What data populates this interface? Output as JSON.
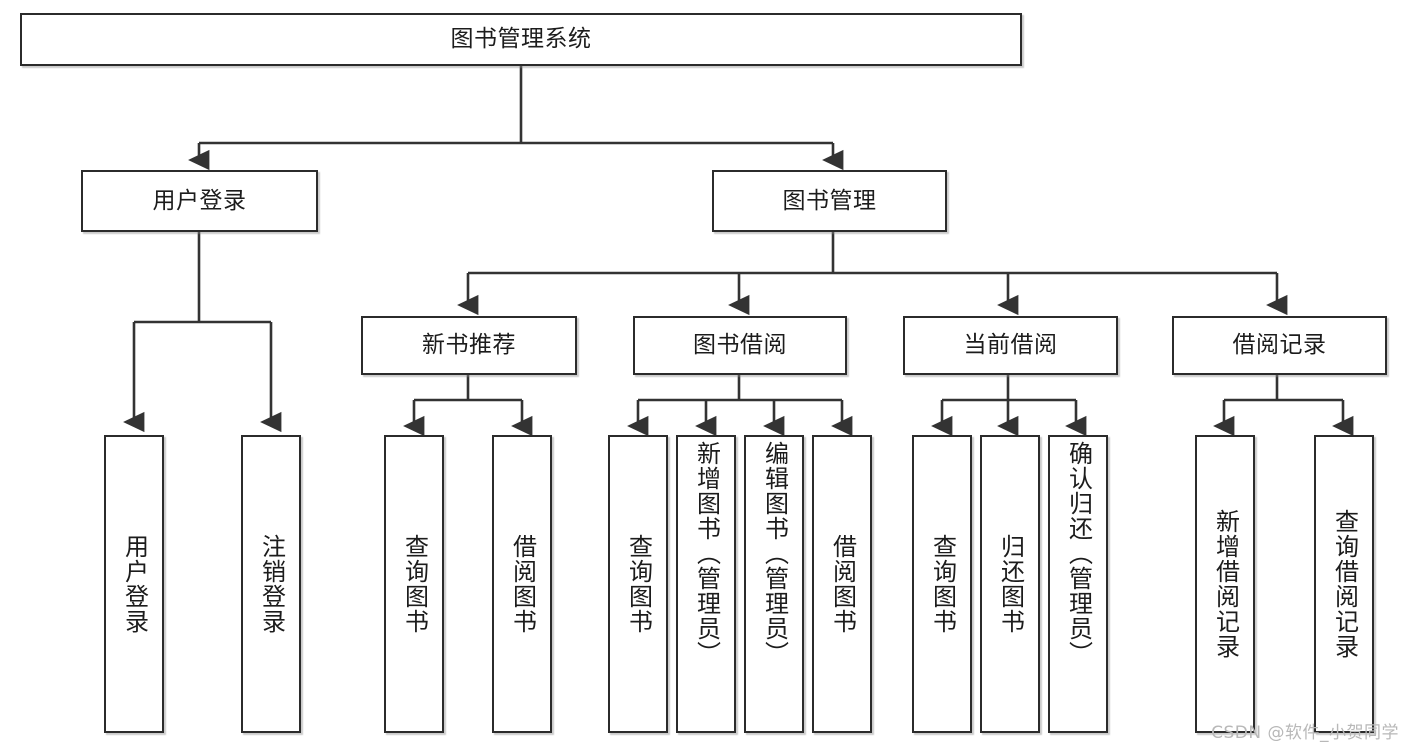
{
  "diagram": {
    "type": "tree",
    "title": "图书管理系统",
    "watermark": "CSDN @软件_小贺同学",
    "colors": {
      "box_border": "#2b2b2b",
      "box_fill": "#ffffff",
      "connector": "#333333",
      "text": "#1c1c1c",
      "watermark": "#b8b8b8"
    },
    "root": {
      "id": "root",
      "label": "图书管理系统"
    },
    "level2": [
      {
        "id": "user-login",
        "label": "用户登录"
      },
      {
        "id": "book-manage",
        "label": "图书管理"
      }
    ],
    "level3": [
      {
        "id": "new-book-recommend",
        "label": "新书推荐",
        "parent": "book-manage"
      },
      {
        "id": "book-borrow",
        "label": "图书借阅",
        "parent": "book-manage"
      },
      {
        "id": "current-borrow",
        "label": "当前借阅",
        "parent": "book-manage"
      },
      {
        "id": "borrow-record",
        "label": "借阅记录",
        "parent": "book-manage"
      }
    ],
    "leaves": [
      {
        "id": "leaf-user-login",
        "label": "用户登录",
        "parent": "user-login"
      },
      {
        "id": "leaf-logout-login",
        "label": "注销登录",
        "parent": "user-login"
      },
      {
        "id": "leaf-query-book-1",
        "label": "查询图书",
        "parent": "new-book-recommend"
      },
      {
        "id": "leaf-borrow-book-1",
        "label": "借阅图书",
        "parent": "new-book-recommend"
      },
      {
        "id": "leaf-query-book-2",
        "label": "查询图书",
        "parent": "book-borrow"
      },
      {
        "id": "leaf-add-book",
        "label": "新增图书（管理员）",
        "parent": "book-borrow"
      },
      {
        "id": "leaf-edit-book",
        "label": "编辑图书（管理员）",
        "parent": "book-borrow"
      },
      {
        "id": "leaf-borrow-book-2",
        "label": "借阅图书",
        "parent": "book-borrow"
      },
      {
        "id": "leaf-query-book-3",
        "label": "查询图书",
        "parent": "current-borrow"
      },
      {
        "id": "leaf-return-book",
        "label": "归还图书",
        "parent": "current-borrow"
      },
      {
        "id": "leaf-confirm-return",
        "label": "确认归还（管理员）",
        "parent": "current-borrow"
      },
      {
        "id": "leaf-add-record",
        "label": "新增借阅记录",
        "parent": "borrow-record"
      },
      {
        "id": "leaf-query-record",
        "label": "查询借阅记录",
        "parent": "borrow-record"
      }
    ]
  }
}
